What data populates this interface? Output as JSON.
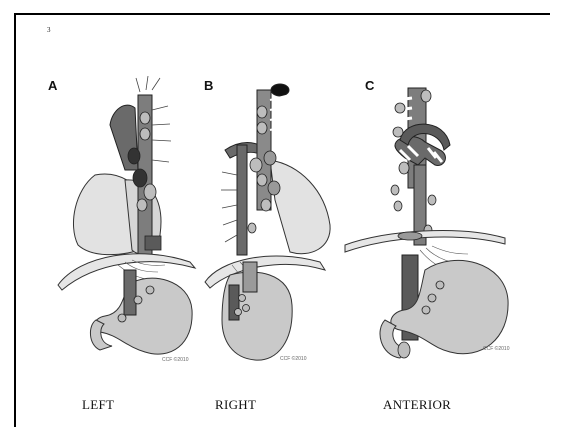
{
  "slide": {
    "page_number": "3"
  },
  "figure": {
    "panels": [
      {
        "letter": "A",
        "caption": "LEFT",
        "signature": "CCF ©2010"
      },
      {
        "letter": "B",
        "caption": "RIGHT",
        "signature": "CCF ©2010"
      },
      {
        "letter": "C",
        "caption": "ANTERIOR",
        "signature": "CCF ©2010"
      }
    ],
    "colors": {
      "lung": "#e2e2e2",
      "organ_outline": "#333333",
      "vessel_dark": "#595959",
      "vessel_mid": "#7d7d7d",
      "stomach": "#c9c9c9",
      "node_fill": "#bdbdbd"
    }
  }
}
